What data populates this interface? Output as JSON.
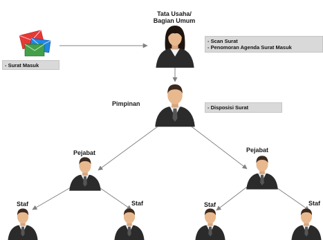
{
  "nodes": {
    "tata_usaha": "Tata Usaha/\nBagian Umum",
    "pimpinan": "Pimpinan",
    "pejabat_left": "Pejabat",
    "pejabat_right": "Pejabat",
    "staf_1": "Staf",
    "staf_2": "Staf",
    "staf_3": "Staf",
    "staf_4": "Staf"
  },
  "notes": {
    "surat_masuk": "- Surat Masuk",
    "scan_surat": "- Scan Surat",
    "penomoran": "- Penomoran Agenda Surat Masuk",
    "disposisi": "- Disposisi Surat"
  },
  "colors": {
    "line": "#808080",
    "note_box": "#d9d9d9",
    "suit": "#2b2b2b",
    "skin": "#e8b98f",
    "hair_male": "#3b2a1f",
    "hair_female": "#1e1510",
    "envelope_red": "#e53935",
    "envelope_blue": "#1e88e5",
    "envelope_green": "#43a047"
  },
  "icons": [
    "envelope-stack-icon",
    "female-person-icon",
    "male-person-icon"
  ]
}
